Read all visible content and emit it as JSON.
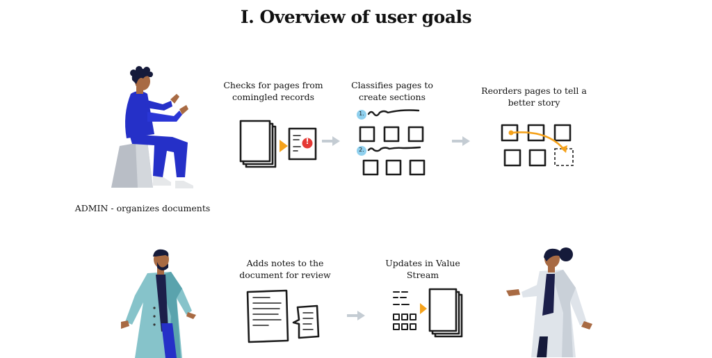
{
  "title": "I. Overview of user goals",
  "personas": {
    "admin_label": "ADMIN - organizes documents"
  },
  "steps": {
    "check_pages": "Checks for pages from comingled records",
    "classify_pages": "Classifies pages to create sections",
    "reorder_pages": "Reorders pages to tell a better story",
    "add_notes": "Adds notes to the document for review",
    "updates_value_stream": "Updates in Value Stream"
  },
  "badges": {
    "section_one": "1.",
    "section_two": "2.",
    "alert": "!"
  },
  "colors": {
    "admin_blue": "#2530c8",
    "accent_orange": "#f5a21b",
    "alert_red": "#e53935",
    "connector_gray": "#c4ccd3",
    "badge_blue": "#8fd0ee",
    "doctor_teal": "#7dbcc4"
  },
  "icons": [
    "admin-person",
    "doctor-man",
    "doctor-woman",
    "page-stack",
    "alert-page",
    "flow-arrow"
  ]
}
